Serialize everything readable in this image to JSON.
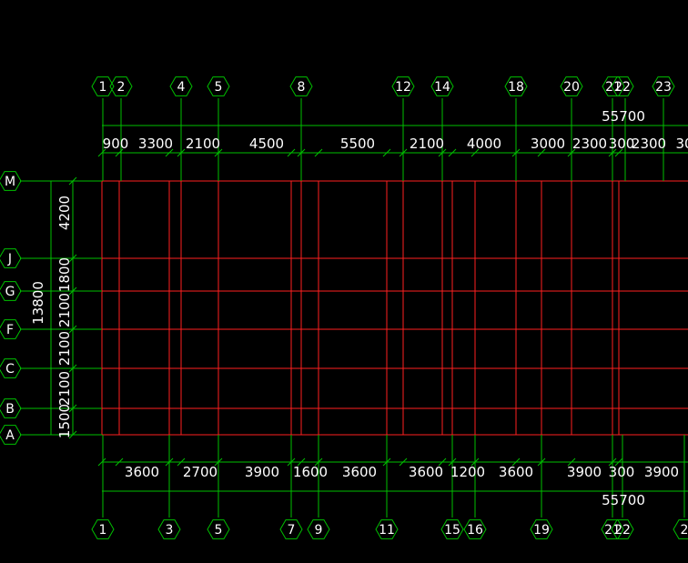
{
  "colors": {
    "background": "#000000",
    "grid_line": "#ff2020",
    "annotation": "#00c000",
    "text": "#ffffff"
  },
  "top_axes": [
    "1",
    "2",
    "4",
    "5",
    "8",
    "12",
    "14",
    "18",
    "20",
    "21",
    "22",
    "23"
  ],
  "bottom_axes": [
    "1",
    "3",
    "5",
    "7",
    "9",
    "11",
    "15",
    "16",
    "19",
    "21",
    "22",
    "2"
  ],
  "row_axes": [
    "M",
    "J",
    "G",
    "F",
    "C",
    "B",
    "A"
  ],
  "top_total": "55700",
  "bottom_total": "55700",
  "left_total": "13800",
  "top_dims": [
    "900",
    "3300",
    "2100",
    "4500",
    "5500",
    "2100",
    "4000",
    "3000",
    "2300",
    "300",
    "2300",
    "30"
  ],
  "bottom_dims": [
    "3600",
    "2700",
    "3900",
    "1600",
    "3600",
    "3600",
    "1200",
    "3600",
    "3900",
    "300",
    "3900"
  ],
  "left_dims": [
    "4200",
    "1800",
    "2100",
    "2100",
    "2100",
    "1500"
  ]
}
